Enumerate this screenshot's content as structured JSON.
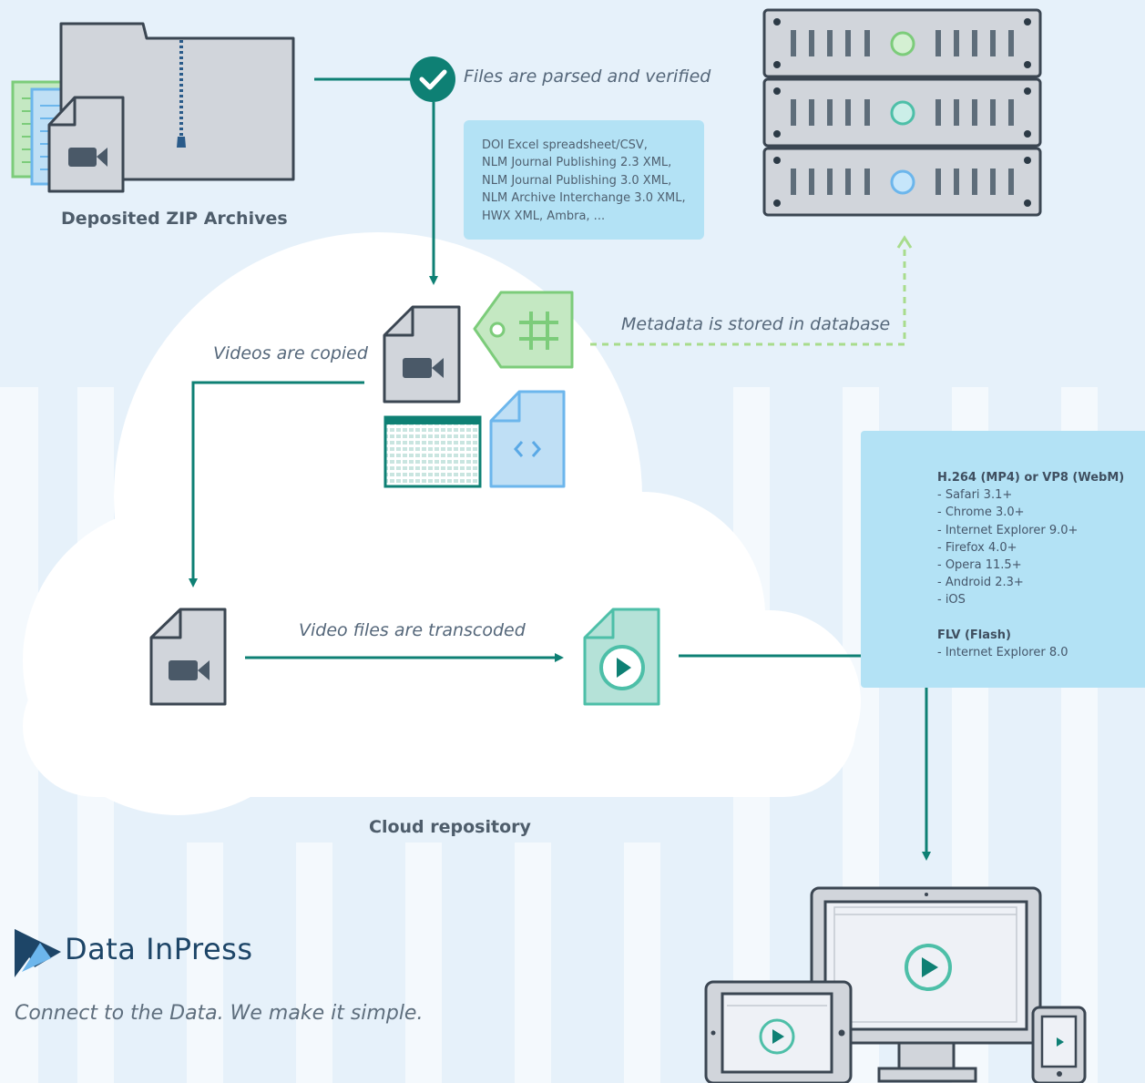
{
  "labels": {
    "deposited": "Deposited ZIP Archives",
    "parsed": "Files are parsed and verified",
    "metadata": "Metadata is stored in database",
    "copied": "Videos are copied",
    "transcoded": "Video files are transcoded",
    "cloud": "Cloud repository"
  },
  "formats": [
    "DOI Excel spreadsheet/CSV,",
    "NLM Journal Publishing 2.3 XML,",
    "NLM Journal Publishing 3.0 XML,",
    "NLM Archive Interchange 3.0 XML,",
    "HWX XML, Ambra, ..."
  ],
  "browsers": {
    "html5_heading": "H.264 (MP4) or VP8 (WebM)",
    "html5_items": [
      "- Safari 3.1+",
      "- Chrome 3.0+",
      "- Internet Explorer 9.0+",
      "- Firefox 4.0+",
      "- Opera 11.5+",
      "- Android 2.3+",
      "- iOS"
    ],
    "flash_heading": "FLV (Flash)",
    "flash_items": [
      "- Internet Explorer 8.0"
    ],
    "icons": [
      "chrome-icon",
      "firefox-icon",
      "internet-explorer-icon",
      "opera-icon",
      "safari-icon"
    ]
  },
  "brand": {
    "name": "Data InPress",
    "tagline": "Connect to the Data. We make it simple."
  },
  "colors": {
    "background": "#e6f1fa",
    "teal": "#0e8074",
    "light_blue_box": "#b3e2f5",
    "green": "#7ccc7a",
    "dark_outline": "#3b4652",
    "brand_navy": "#1d4567"
  }
}
